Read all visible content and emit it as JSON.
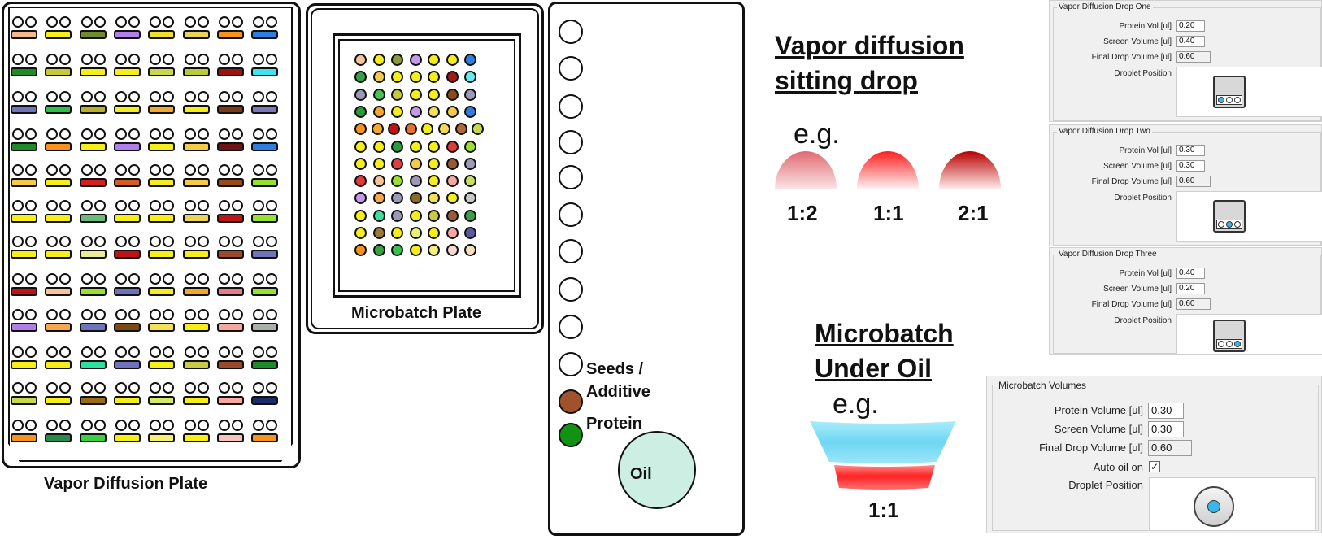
{
  "vapor_plate": {
    "label": "Vapor Diffusion Plate",
    "reservoir_colors": [
      [
        "#f5b88d",
        "#f5ee1a",
        "#6e8c2e",
        "#b07fe8",
        "#eedf30",
        "#e8d45a",
        "#f59220",
        "#2e7de0"
      ],
      [
        "#1e8a2a",
        "#c7c83a",
        "#f5ee1a",
        "#f5ee1a",
        "#c9d84a",
        "#b8cc3a",
        "#9a1414",
        "#3fe4f0"
      ],
      [
        "#6f74b8",
        "#2ec04a",
        "#b8b02a",
        "#f5ee1a",
        "#f0a830",
        "#f5ee1a",
        "#7a3a1a",
        "#7a78b8"
      ],
      [
        "#1e8a2a",
        "#f59220",
        "#f5ee1a",
        "#b07fe8",
        "#f5ee1a",
        "#f5c94a",
        "#6e1414",
        "#2e7de0"
      ],
      [
        "#f5c94a",
        "#f5ee1a",
        "#d02020",
        "#d06020",
        "#f5ee1a",
        "#f5c94a",
        "#9a4a1a",
        "#9ae030"
      ],
      [
        "#f5ee1a",
        "#f5ee1a",
        "#6aba7a",
        "#f5ee1a",
        "#f5ee1a",
        "#e8d45a",
        "#c01414",
        "#9ae030"
      ],
      [
        "#f5ee1a",
        "#f5ee1a",
        "#eaec9a",
        "#c01414",
        "#f5ee1a",
        "#f5ee1a",
        "#9a4a2a",
        "#6f74b8"
      ],
      [
        "#c01414",
        "#f5c49a",
        "#9ae030",
        "#6f74b8",
        "#f5ee1a",
        "#f0a830",
        "#e87a8a",
        "#9ae030"
      ],
      [
        "#b07fe8",
        "#f5a850",
        "#6f74b8",
        "#7a4a14",
        "#f5e05a",
        "#f5ee1a",
        "#f5a8a0",
        "#aab0a8"
      ],
      [
        "#f5ee1a",
        "#f5ee1a",
        "#2ee0a0",
        "#6f74b8",
        "#f5ee1a",
        "#c8c84a",
        "#9a4a2a",
        "#1e8a2a"
      ],
      [
        "#c7d84a",
        "#f5ee1a",
        "#9a6a14",
        "#f5ee1a",
        "#d8e86a",
        "#f5ee1a",
        "#f5a8a0",
        "#1e2a6a"
      ],
      [
        "#f59220",
        "#2a8a4a",
        "#3ad040",
        "#f5ee1a",
        "#f5f07a",
        "#f5ee1a",
        "#f5c4c0",
        "#f59220"
      ]
    ]
  },
  "microbatch_plate": {
    "label": "Microbatch Plate",
    "well_colors": [
      [
        "#f5c49a",
        "#f5ee1a",
        "#8a9a3a",
        "#c49ae8",
        "#f5ee1a",
        "#f5ee1a",
        "#2e7de0"
      ],
      [
        "#3aa048",
        "#f5c94a",
        "#f5ee1a",
        "#f5ee1a",
        "#f5ee1a",
        "#a01a1a",
        "#6ae8f0"
      ],
      [
        "#9a9ab8",
        "#4ac050",
        "#c8c83a",
        "#f5ee1a",
        "#f5ee1a",
        "#8a4a1a",
        "#9a9ab8"
      ],
      [
        "#2a9a3a",
        "#f5a830",
        "#f5ee1a",
        "#c49ae8",
        "#f5e05a",
        "#f5c94a",
        "#2e7de0"
      ],
      [
        "#f59220",
        "#f5a830",
        "#c01414",
        "#e8702a",
        "#f5ee1a",
        "#f5d85a",
        "#b06a3a",
        "#c8d84a"
      ],
      [
        "#f5ee1a",
        "#f5ee1a",
        "#2a9a3a",
        "#f5ee1a",
        "#f5ee1a",
        "#e03a3a",
        "#9ae030"
      ],
      [
        "#f5ee1a",
        "#f5ee1a",
        "#e04040",
        "#f5c94a",
        "#f5ee1a",
        "#9a5a3a",
        "#9a9ab8"
      ],
      [
        "#e03a3a",
        "#f5c49a",
        "#9ae030",
        "#9a9ab8",
        "#f5ee1a",
        "#f5a8a0",
        "#c8e060"
      ],
      [
        "#c49ae8",
        "#f5a850",
        "#9a9ab8",
        "#8a6a2a",
        "#f5e05a",
        "#f5ee1a",
        "#c8c8c8"
      ],
      [
        "#f5ee1a",
        "#3ae0a0",
        "#9a9ab8",
        "#f5ee1a",
        "#c8c84a",
        "#9a5a3a",
        "#3aa048"
      ],
      [
        "#f5ee1a",
        "#9a7a3a",
        "#f5ee1a",
        "#e8f07a",
        "#f5ee1a",
        "#f5a8a0",
        "#5a5aa0"
      ],
      [
        "#f59220",
        "#3aa048",
        "#3ac050",
        "#f5ee1a",
        "#f5f07a",
        "#f5d8d0",
        "#f5e0c0"
      ]
    ]
  },
  "tray": {
    "seeds_label_1": "Seeds /",
    "seeds_label_2": "Additive",
    "protein_label": "Protein",
    "oil_label": "Oil",
    "seeds_color": "#a0522d",
    "protein_color": "#129212",
    "oil_color": "#cdeee2"
  },
  "sitting_drop": {
    "title_line1": "Vapor diffusion",
    "title_line2": "sitting drop",
    "eg": "e.g.",
    "ratios": [
      "1:2",
      "1:1",
      "2:1"
    ]
  },
  "microbatch_oil": {
    "title_line1": "Microbatch",
    "title_line2": "Under Oil",
    "eg": "e.g.",
    "ratio": "1:1",
    "oil_color": "#7fdff5",
    "drop_color": "#ff2a2a"
  },
  "vd_panels": [
    {
      "title": "Vapor Diffusion Drop One",
      "protein_label": "Protein Vol [ul]",
      "protein": "0.20",
      "screen_label": "Screen Volume [ul]",
      "screen": "0.40",
      "final_label": "Final Drop Volume [ul]",
      "final": "0.60",
      "position_label": "Droplet Position",
      "active_dot": 0
    },
    {
      "title": "Vapor Diffusion Drop Two",
      "protein_label": "Protein Vol [ul]",
      "protein": "0.30",
      "screen_label": "Screen Volume [ul]",
      "screen": "0.30",
      "final_label": "Final Drop Volume [ul]",
      "final": "0.60",
      "position_label": "Droplet Position",
      "active_dot": 1
    },
    {
      "title": "Vapor Diffusion Drop Three",
      "protein_label": "Protein Vol [ul]",
      "protein": "0.40",
      "screen_label": "Screen Volume [ul]",
      "screen": "0.20",
      "final_label": "Final Drop Volume [ul]",
      "final": "0.60",
      "position_label": "Droplet Position",
      "active_dot": 2
    }
  ],
  "mb_panel": {
    "title": "Microbatch Volumes",
    "protein_label": "Protein Volume [ul]",
    "protein": "0.30",
    "screen_label": "Screen Volume [ul]",
    "screen": "0.30",
    "final_label": "Final Drop Volume [ul]",
    "final": "0.60",
    "auto_oil_label": "Auto oil on",
    "auto_oil": true,
    "position_label": "Droplet Position"
  }
}
